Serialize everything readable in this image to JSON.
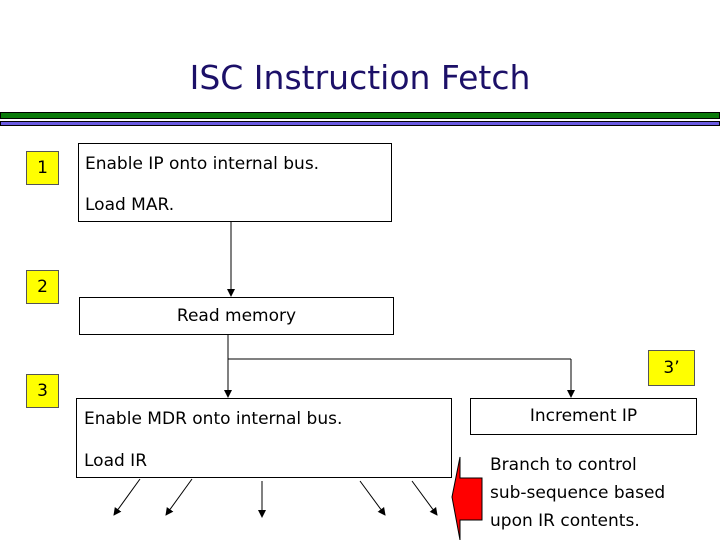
{
  "slide": {
    "title": "ISC Instruction Fetch",
    "colors": {
      "title": "#1c1068",
      "rule_top": "#0a7a0a",
      "rule_bottom": "#6a5ae0",
      "step_label_bg": "#ffff00",
      "branch_arrow": "#ff0000"
    }
  },
  "steps": [
    {
      "id": "1",
      "label": "1"
    },
    {
      "id": "2",
      "label": "2"
    },
    {
      "id": "3",
      "label": "3"
    },
    {
      "id": "3prime",
      "label": "3’"
    }
  ],
  "boxes": {
    "enable_ip": {
      "lines": [
        "Enable IP onto internal bus.",
        "Load MAR."
      ]
    },
    "read_memory": {
      "text": "Read memory"
    },
    "enable_mdr": {
      "lines": [
        "Enable MDR onto internal bus.",
        "Load IR"
      ]
    },
    "increment_ip": {
      "text": "Increment IP"
    }
  },
  "note": {
    "lines": [
      "Branch to control",
      "sub-sequence based",
      "upon IR contents."
    ],
    "icon": "left-arrow-icon"
  }
}
